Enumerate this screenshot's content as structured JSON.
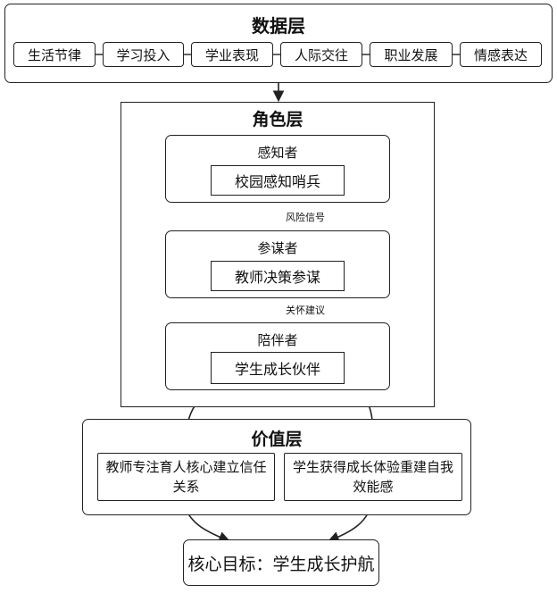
{
  "data_layer": {
    "title": "数据层",
    "items": [
      "生活节律",
      "学习投入",
      "学业表现",
      "人际交往",
      "职业发展",
      "情感表达"
    ]
  },
  "role_layer": {
    "title": "角色层",
    "roles": [
      {
        "title": "感知者",
        "content": "校园感知哨兵"
      },
      {
        "title": "参谋者",
        "content": "教师决策参谋"
      },
      {
        "title": "陪伴者",
        "content": "学生成长伙伴"
      }
    ],
    "arrow_labels": [
      "风险信号",
      "关怀建议"
    ]
  },
  "value_layer": {
    "title": "价值层",
    "left": "教师专注育人核心建立信任关系",
    "right": "学生获得成长体验重建自我效能感"
  },
  "core_goal": "核心目标：学生成长护航"
}
